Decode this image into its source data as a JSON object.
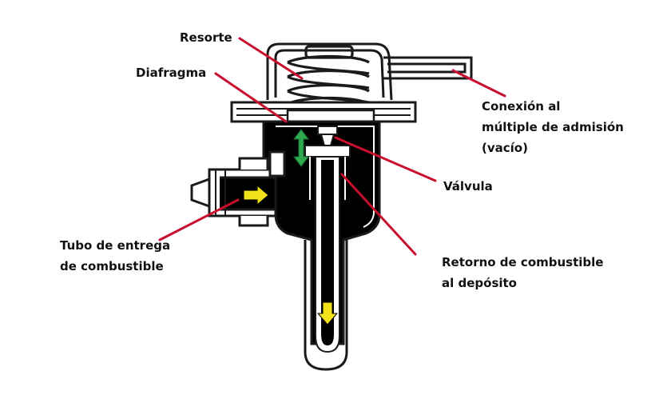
{
  "labels": {
    "resorte": "Resorte",
    "diafragma": "Diafragma",
    "conexion": [
      "Conexión al",
      "múltiple de admisión",
      "(vacío)"
    ],
    "valvula": "Válvula",
    "tubo": [
      "Tubo de entrega",
      "de combustible"
    ],
    "retorno": [
      "Retorno de combustible",
      "al depósito"
    ]
  },
  "colors": {
    "leader": "#c8102e",
    "fuel_arrow": "#f2e21a",
    "motion_arrow": "#2fa84f",
    "body_fill": "#000000",
    "outline": "#1a1a1a"
  }
}
